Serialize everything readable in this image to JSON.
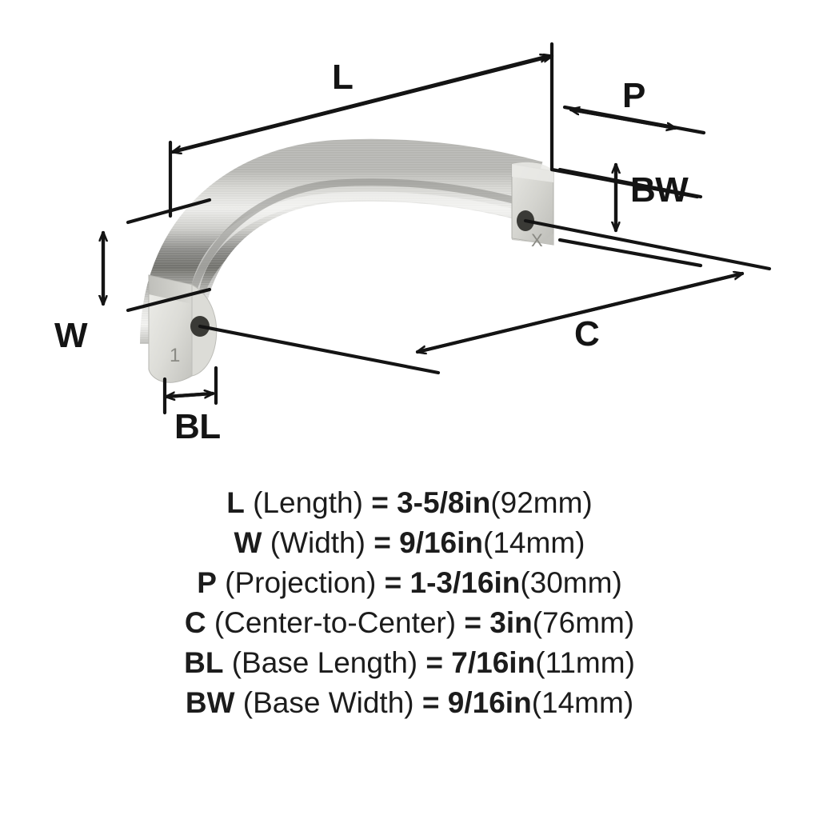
{
  "product": {
    "type": "cabinet-pull-handle",
    "finish_name": "brushed satin nickel",
    "finish_color": "#c9c9c5",
    "highlight_color": "#efefed",
    "shadow_color": "#6f6f6d",
    "line_color": "#141414"
  },
  "diagram": {
    "labels": {
      "length": "L",
      "width": "W",
      "projection": "P",
      "center_to_center": "C",
      "base_length": "BL",
      "base_width": "BW"
    },
    "part_marks": {
      "left_foot": "1",
      "right_foot": "X"
    }
  },
  "legend": {
    "rows": [
      {
        "code": "L",
        "name": " (Length) ",
        "eq": "= ",
        "imperial": "3-5/8in",
        "metric": "(92mm)"
      },
      {
        "code": "W",
        "name": " (Width) ",
        "eq": "= ",
        "imperial": "9/16in",
        "metric": "(14mm)"
      },
      {
        "code": "P",
        "name": " (Projection) ",
        "eq": "= ",
        "imperial": "1-3/16in",
        "metric": "(30mm)"
      },
      {
        "code": "C",
        "name": " (Center-to-Center) ",
        "eq": "= ",
        "imperial": "3in",
        "metric": "(76mm)"
      },
      {
        "code": "BL",
        "name": " (Base Length) ",
        "eq": "= ",
        "imperial": "7/16in",
        "metric": "(11mm)"
      },
      {
        "code": "BW",
        "name": " (Base Width) ",
        "eq": "= ",
        "imperial": "9/16in",
        "metric": "(14mm)"
      }
    ]
  }
}
